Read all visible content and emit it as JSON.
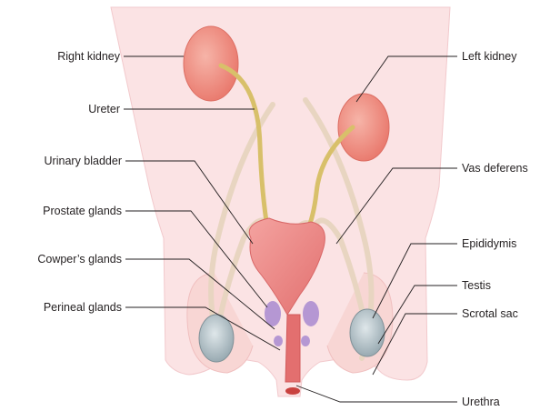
{
  "labels": {
    "right_kidney": "Right kidney",
    "ureter": "Ureter",
    "urinary_bladder": "Urinary bladder",
    "prostate_glands": "Prostate glands",
    "cowpers_glands": "Cowper’s glands",
    "perineal_glands": "Perineal glands",
    "left_kidney": "Left kidney",
    "vas_deferens": "Vas deferens",
    "epididymis": "Epididymis",
    "testis": "Testis",
    "scrotal_sac": "Scrotal sac",
    "urethra": "Urethra"
  },
  "colors": {
    "body": "#fbe3e4",
    "body_edge": "#f2c9cc",
    "kidney": "#ee8a7e",
    "ureter": "#d8c06a",
    "vas_deferens": "#e8d5c1",
    "bladder": "#ee8b8b",
    "gland": "#a98ad1",
    "testis": "#b8c6cc",
    "line": "#231f20"
  }
}
